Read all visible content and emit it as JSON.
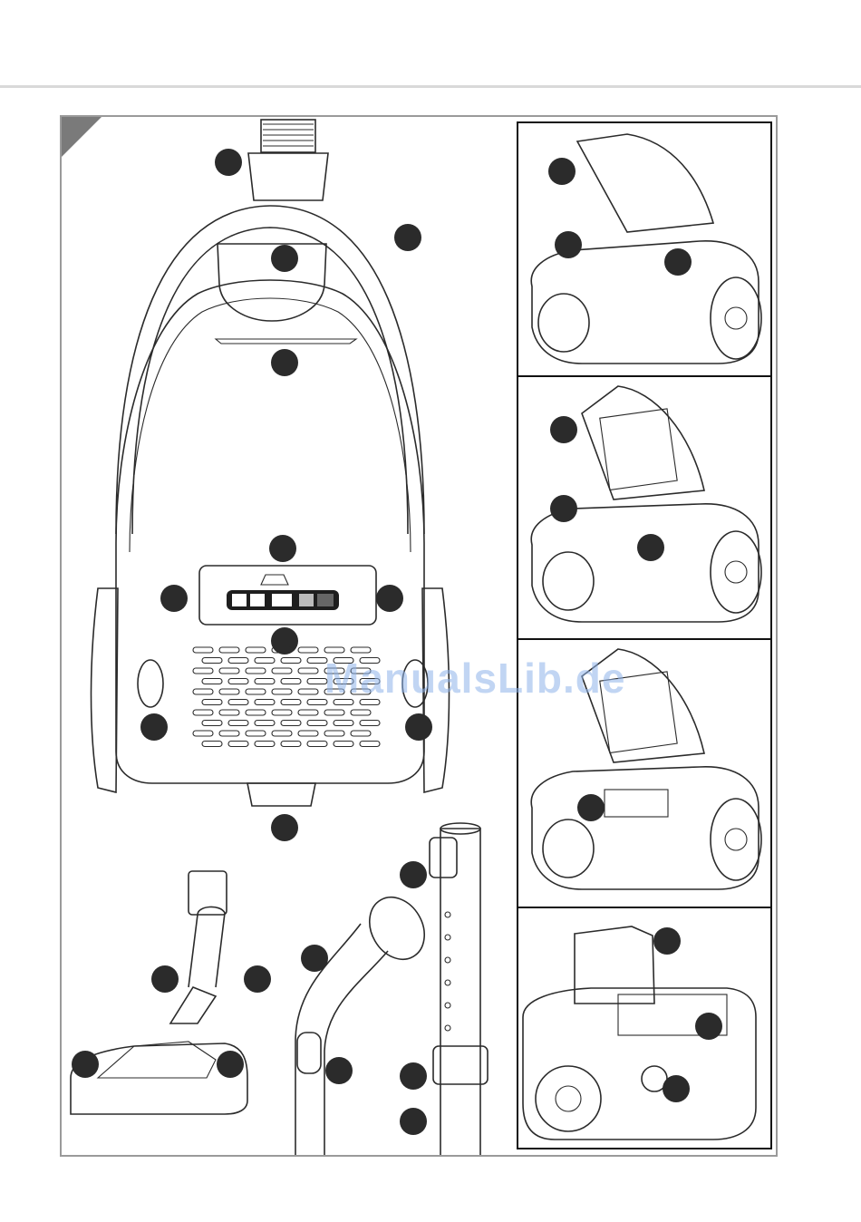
{
  "page": {
    "watermark": "ManualsLib.de"
  },
  "figures": {
    "main": "vacuum-cleaner-front-view",
    "panels": [
      "dust-bag-compartment-lid-open",
      "filter-lid-open",
      "filter-holder-view",
      "exhaust-filter-rear-view"
    ],
    "accessories": [
      "floor-nozzle",
      "hose-handle",
      "telescopic-tube"
    ]
  }
}
